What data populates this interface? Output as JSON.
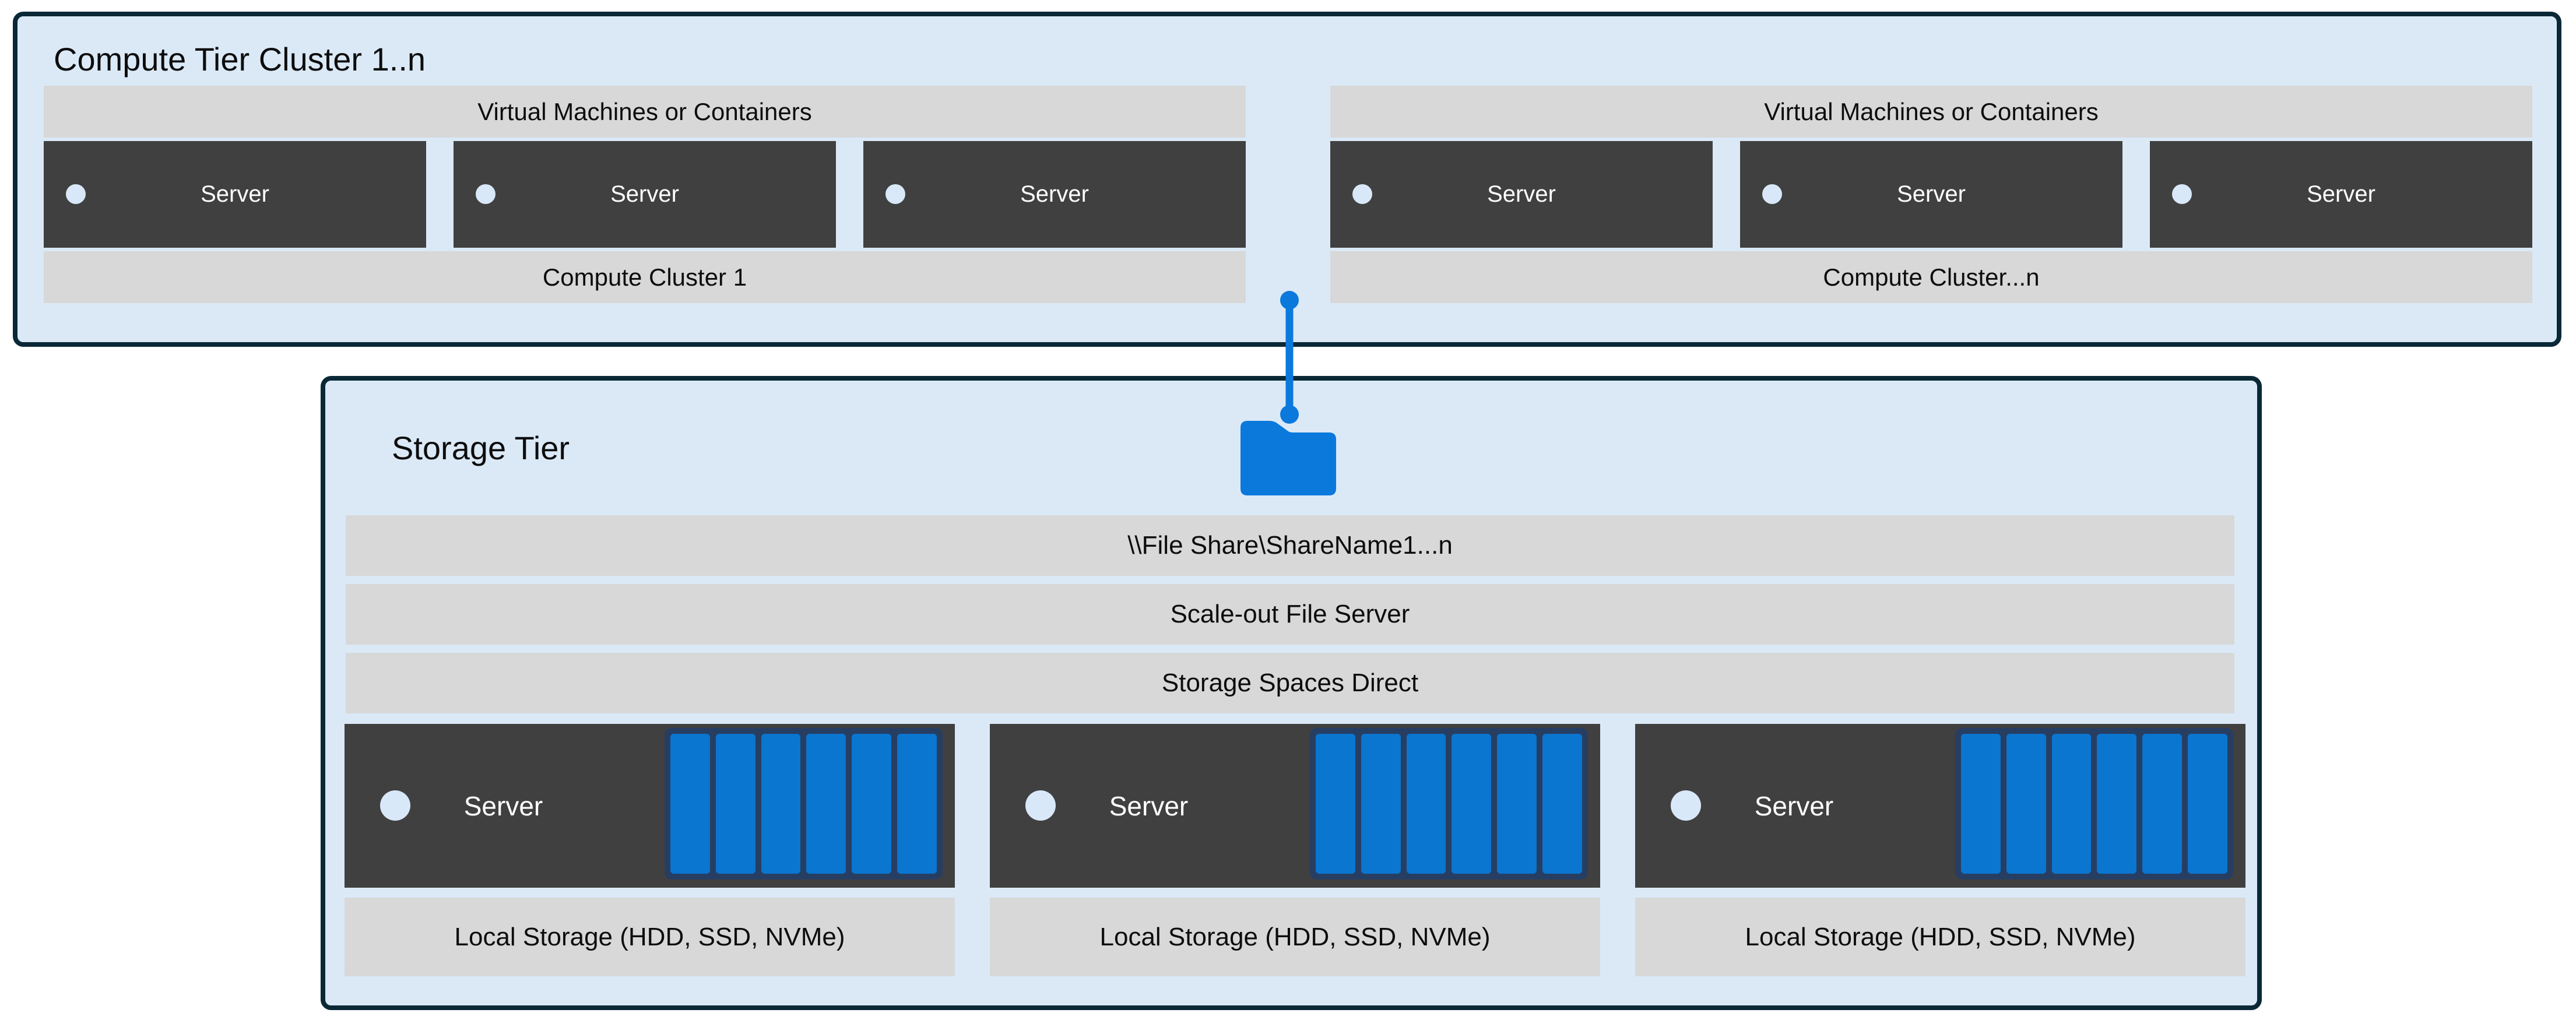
{
  "compute_tier": {
    "title": "Compute Tier Cluster 1..n",
    "clusters": [
      {
        "header": "Virtual Machines or Containers",
        "servers": [
          "Server",
          "Server",
          "Server"
        ],
        "footer": "Compute Cluster 1"
      },
      {
        "header": "Virtual Machines or Containers",
        "servers": [
          "Server",
          "Server",
          "Server"
        ],
        "footer": "Compute Cluster...n"
      }
    ]
  },
  "storage_tier": {
    "title": "Storage Tier",
    "layers": [
      "\\\\File Share\\ShareName1...n",
      "Scale-out File Server",
      "Storage Spaces Direct"
    ],
    "servers": [
      {
        "label": "Server",
        "disk_count": 6
      },
      {
        "label": "Server",
        "disk_count": 6
      },
      {
        "label": "Server",
        "disk_count": 6
      }
    ],
    "local_storage": [
      "Local Storage (HDD, SSD, NVMe)",
      "Local Storage (HDD, SSD, NVMe)",
      "Local Storage (HDD, SSD, NVMe)"
    ]
  },
  "icons": {
    "folder": "shared-folder-icon",
    "connector": "compute-to-storage-link",
    "server_led": "led-dot"
  },
  "colors": {
    "tier_fill": "#dbe9f7",
    "tier_border": "#0a2836",
    "bar_fill": "#d8d8d8",
    "server_fill": "#404040",
    "server_text": "#ffffff",
    "led_fill": "#d9e8f8",
    "accent_blue": "#0b79dc",
    "disk_blue": "#0a76cf",
    "disk_frame": "#273e63",
    "text": "#0d0d0d"
  }
}
